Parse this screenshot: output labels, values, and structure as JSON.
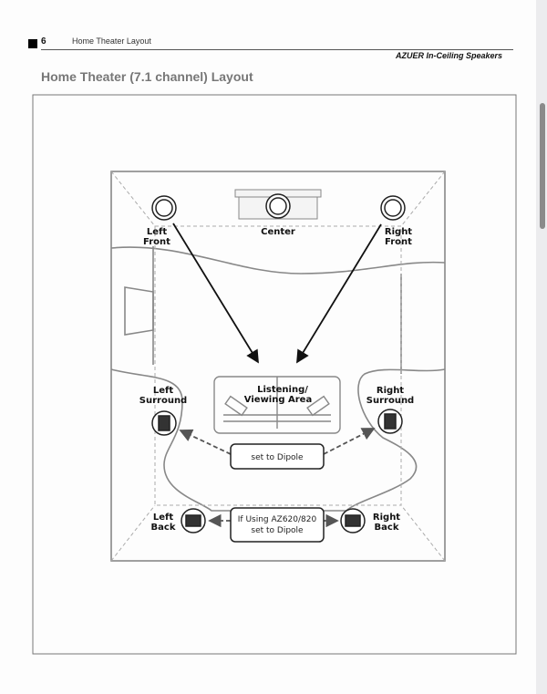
{
  "header": {
    "page_number": "6",
    "section": "Home Theater Layout",
    "brand": "AZUER In-Ceiling Speakers"
  },
  "title": "Home Theater (7.1 channel) Layout",
  "diagram": {
    "left_front": [
      "Left",
      "Front"
    ],
    "center": "Center",
    "right_front": [
      "Right",
      "Front"
    ],
    "listening": [
      "Listening/",
      "Viewing Area"
    ],
    "left_surround": [
      "Left",
      "Surround"
    ],
    "right_surround": [
      "Right",
      "Surround"
    ],
    "left_back": [
      "Left",
      "Back"
    ],
    "right_back": [
      "Right",
      "Back"
    ],
    "note_surround": "set to Dipole",
    "note_back": [
      "If Using AZ620/820",
      "set to Dipole"
    ]
  }
}
